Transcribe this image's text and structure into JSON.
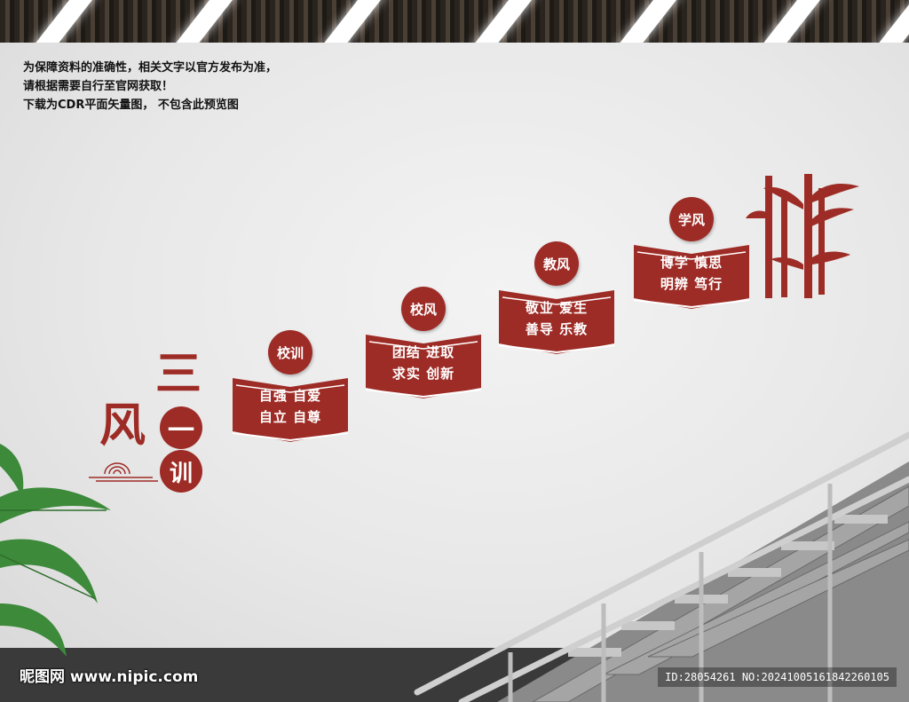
{
  "notice": {
    "line1": "为保障资料的准确性，相关文字以官方发布为准，",
    "line2": "请根据需要自行至官网获取！",
    "line3": "下载为CDR平面矢量图，  不包含此预览图"
  },
  "title": {
    "char_san": "三",
    "char_feng": "风",
    "char_yi": "一",
    "char_xun": "训"
  },
  "sections": [
    {
      "tag": "校训",
      "line1": "自强 自爱",
      "line2": "自立 自尊"
    },
    {
      "tag": "校风",
      "line1": "团结 进取",
      "line2": "求实 创新"
    },
    {
      "tag": "教风",
      "line1": "敬业 爱生",
      "line2": "善导 乐教"
    },
    {
      "tag": "学风",
      "line1": "博学 慎思",
      "line2": "明辨 笃行"
    }
  ],
  "watermark": {
    "left": "昵图网  www.nipic.com",
    "right": "ID:28054261 NO:20241005161842260105"
  },
  "colors": {
    "accent": "#9e2c26",
    "wall": "#e9e9e9"
  },
  "icons": [
    "bamboo-icon",
    "cloud-pattern-icon",
    "palm-plant-icon",
    "staircase-railing"
  ]
}
